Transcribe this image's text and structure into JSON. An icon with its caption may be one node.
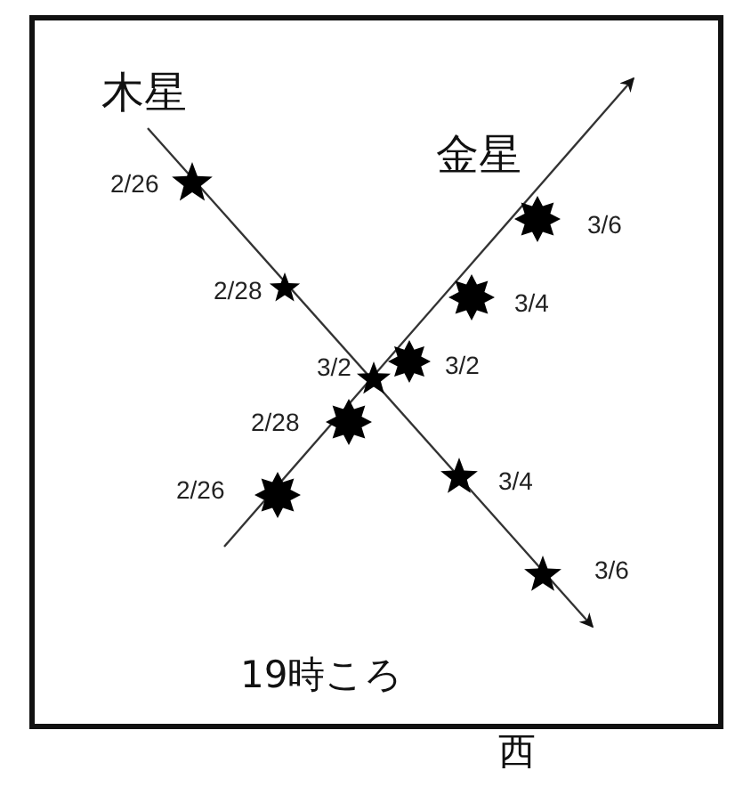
{
  "diagram": {
    "nodes": [
      {
        "text": [],
        "shape": "star",
        "beside": [
          "2/26"
        ]
      },
      {
        "text": [],
        "shape": "star",
        "beside": [
          "2/28"
        ]
      },
      {
        "text": [],
        "shape": "star",
        "beside": [
          "3/2"
        ]
      },
      {
        "text": [],
        "shape": "star",
        "beside": [
          "3/4"
        ]
      },
      {
        "text": [],
        "shape": "star",
        "beside": [
          "3/6"
        ]
      },
      {
        "text": [],
        "shape": "star",
        "beside": [
          "2/26"
        ]
      },
      {
        "text": [],
        "shape": "star",
        "beside": [
          "2/28"
        ]
      },
      {
        "text": [],
        "shape": "star",
        "beside": [
          "3/2"
        ]
      },
      {
        "text": [],
        "shape": "star",
        "beside": [
          "3/4"
        ]
      },
      {
        "text": [],
        "shape": "star",
        "beside": [
          "3/6"
        ]
      }
    ],
    "labels": [
      "木星",
      "金星",
      "19時ころ",
      "西"
    ]
  }
}
